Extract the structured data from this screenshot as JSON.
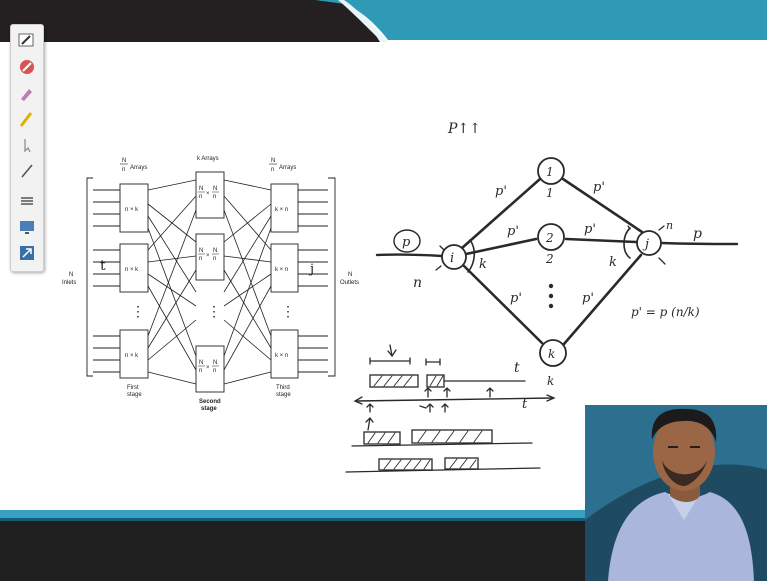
{
  "clos": {
    "stage1_top": "N",
    "stage1_bottom": "n",
    "stage1_word": "Arrays",
    "stage2_header": "k Arrays",
    "stage3_top": "N",
    "stage3_bottom": "n",
    "stage3_word": "Arrays",
    "box_nk": "n × k",
    "box_kn": "k × n",
    "frac_top": "N",
    "frac_bottom": "n",
    "times": "×",
    "inlets_n": "N",
    "inlets_label": "Inlets",
    "outlets_n": "N",
    "outlets_label": "Outlets",
    "first_stage_l1": "First",
    "first_stage_l2": "stage",
    "second_stage_l1": "Second",
    "second_stage_l2": "stage",
    "third_stage_l1": "Third",
    "third_stage_l2": "stage",
    "hand_t": "t",
    "hand_j": "j",
    "dots": "⋮"
  },
  "net": {
    "top_mark": "P↑↑",
    "node_i": "i",
    "node_j": "j",
    "node_1": "1",
    "node_2": "2",
    "node_k": "k",
    "sub_1": "1",
    "sub_2": "2",
    "sub_k": "k",
    "in_p": "p",
    "out_p": "p",
    "n_left": "n",
    "n_right": "n",
    "k_left": "k",
    "k_right": "k",
    "p_prime": "p'",
    "formula": "p' = p (n/k)"
  },
  "timeline": {
    "t_top": "t",
    "t_axis": "t"
  },
  "colors": {
    "header_dark": "#241f20",
    "header_teal": "#2f9ab6",
    "footer_dark": "#1f1f1f",
    "footer_teal": "#3a9fc0",
    "ink": "#2a2a2a"
  },
  "toolbar": {
    "icons": [
      "pen-icon",
      "eraser-icon",
      "highlighter-icon",
      "marker-icon",
      "pointer-icon",
      "line-icon",
      "menu-icon",
      "screen-icon",
      "export-icon"
    ]
  }
}
